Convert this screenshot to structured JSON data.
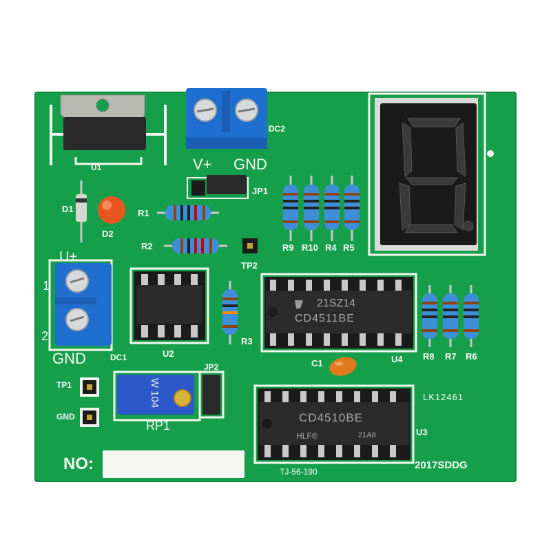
{
  "silkscreen": {
    "u1": "U1",
    "dc2": "DC2",
    "v_plus_top": "V+",
    "gnd_top": "GND",
    "jp1": "JP1",
    "d1": "D1",
    "d2": "D2",
    "r1": "R1",
    "r2": "R2",
    "tp2": "TP2",
    "r9": "R9",
    "r10": "R10",
    "r4": "R4",
    "r5": "R5",
    "u_plus_left": "U+",
    "pin1": "1",
    "pin2": "2",
    "gnd_left": "GND",
    "dc1": "DC1",
    "u2": "U2",
    "r3": "R3",
    "c1": "C1",
    "u4": "U4",
    "r8": "R8",
    "r7": "R7",
    "r6": "R6",
    "tp1": "TP1",
    "gnd_tp": "GND",
    "rp1": "RP1",
    "jp2": "JP2",
    "lk": "LK12461",
    "u3": "U3",
    "no_label": "NO:",
    "tj": "TJ-56-190",
    "year": "2017SDDG"
  },
  "chips": {
    "u4_line1": "21SZ14",
    "u4_line2": "CD4511BE",
    "u3_line1": "CD4510BE",
    "u3_line2": "HLF®",
    "u3_line3": "21A8"
  },
  "pot": {
    "marking": "W 104"
  },
  "colors": {
    "pcb": "#169f4a",
    "silkscreen": "#f4f7f0",
    "terminal_block": "#1f6fd0",
    "ic_body": "#2b2b2b",
    "led_red": "#e8551f",
    "resistor_body": "#3f8fd8",
    "display_body": "#1a1a1a"
  }
}
